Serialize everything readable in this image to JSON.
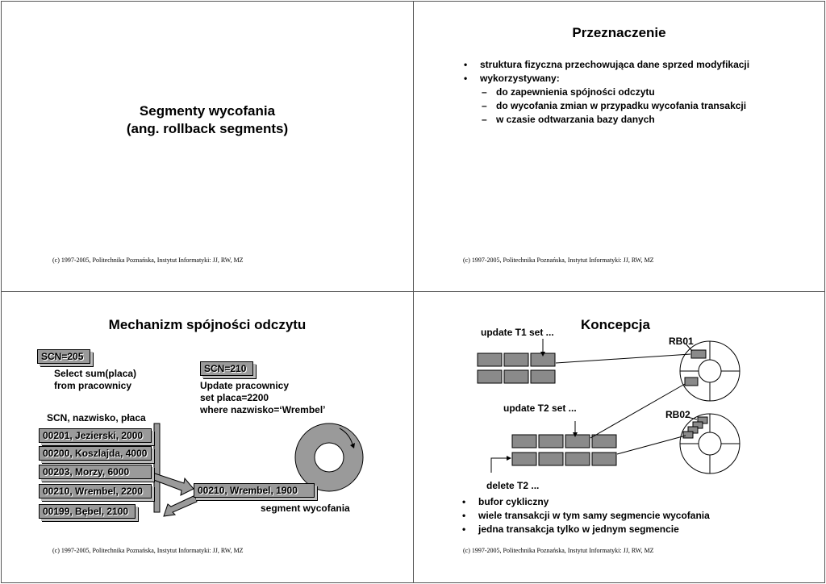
{
  "slide1": {
    "title_line1": "Segmenty wycofania",
    "title_line2": "(ang. rollback segments)",
    "footer": "(c) 1997-2005, Politechnika Poznańska, Instytut Informatyki: JJ, RW, MZ"
  },
  "slide2": {
    "title": "Przeznaczenie",
    "bullets": [
      "struktura fizyczna przechowująca dane sprzed modyfikacji",
      "wykorzystywany:"
    ],
    "subbullets": [
      "do zapewnienia spójności odczytu",
      "do wycofania zmian w przypadku wycofania transakcji",
      "w czasie odtwarzania bazy danych"
    ],
    "footer": "(c) 1997-2005, Politechnika Poznańska, Instytut Informatyki: JJ, RW, MZ"
  },
  "slide3": {
    "title": "Mechanizm spójności odczytu",
    "scn205": "SCN=205",
    "query_line1": "Select sum(placa)",
    "query_line2": "from pracownicy",
    "columns": "SCN, nazwisko, płaca",
    "rows": [
      "00201, Jezierski, 2000",
      "00200, Koszlajda, 4000",
      "00203, Morzy, 6000",
      "00210, Wrembel, 2200",
      "00199, Bębel, 2100"
    ],
    "scn210": "SCN=210",
    "update_line1": "Update pracownicy",
    "update_line2": "set placa=2200",
    "update_line3": "where nazwisko=‘Wrembel’",
    "rollback_row": "00210, Wrembel, 1900",
    "segment_label": "segment wycofania",
    "footer": "(c) 1997-2005, Politechnika Poznańska, Instytut Informatyki: JJ, RW, MZ"
  },
  "slide4": {
    "title": "Koncepcja",
    "update_t1": "update T1 set ...",
    "update_t2": "update T2 set ...",
    "delete_t2": "delete T2 ...",
    "rb01": "RB01",
    "rb02": "RB02",
    "bullets": [
      "bufor cykliczny",
      "wiele transakcji w tym samy segmencie wycofania",
      "jedna transakcja tylko w jednym segmencie"
    ],
    "footer": "(c) 1997-2005, Politechnika Poznańska, Instytut Informatyki: JJ, RW, MZ"
  }
}
